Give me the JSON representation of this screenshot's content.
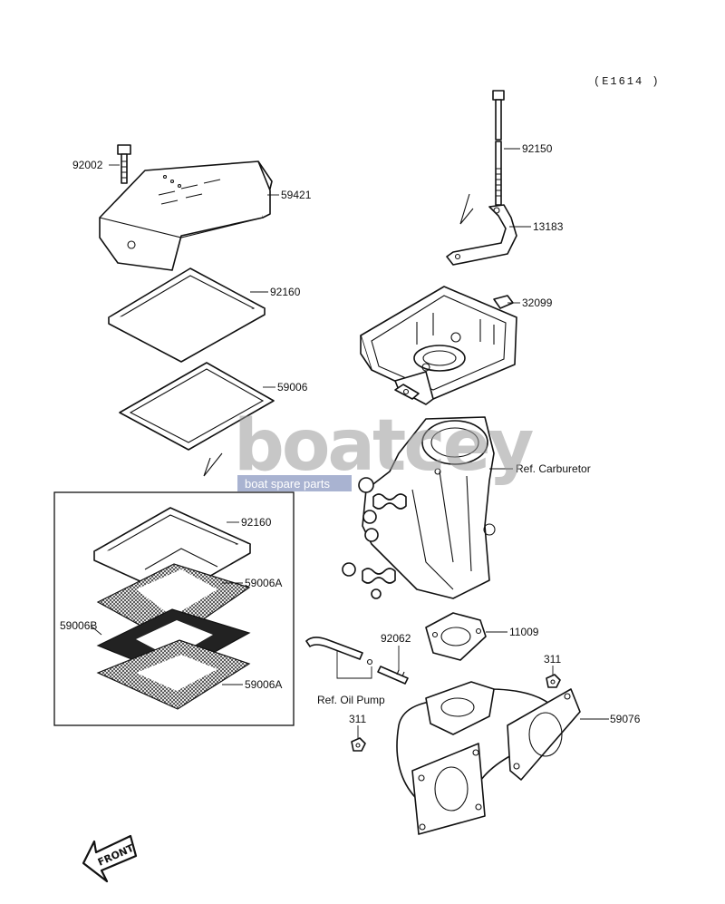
{
  "diagram_code": "(E1614 )",
  "labels": {
    "p92002": "92002",
    "p59421": "59421",
    "p92160_top": "92160",
    "p59006": "59006",
    "p92150": "92150",
    "p13183": "13183",
    "p32099": "32099",
    "ref_carburetor": "Ref. Carburetor",
    "p92160_inset": "92160",
    "p59006A_top": "59006A",
    "p59006B": "59006B",
    "p59006A_bottom": "59006A",
    "p11009": "11009",
    "p92062": "92062",
    "ref_oil_pump": "Ref. Oil Pump",
    "p311_right": "311",
    "p311_left": "311",
    "p59076": "59076"
  },
  "front_arrow_text": "FRONT",
  "watermark": {
    "brand_text": "boatcey",
    "tagline": "boat spare parts",
    "color": "#9aa6c9"
  }
}
